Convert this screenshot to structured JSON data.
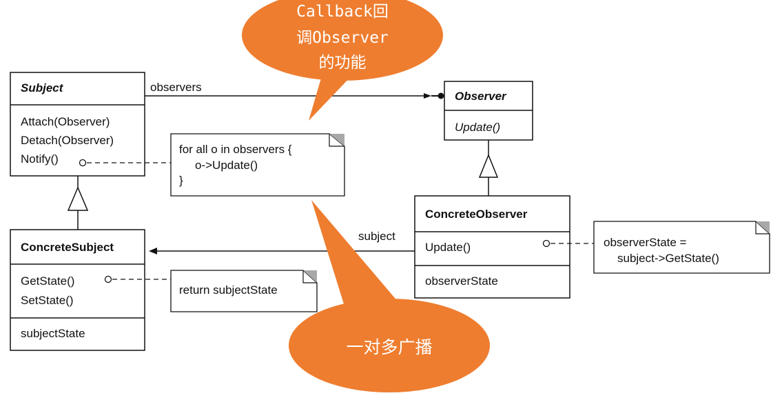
{
  "callouts": {
    "top": {
      "lines": [
        "Callback回",
        "调Observer",
        "的功能"
      ]
    },
    "bottom": {
      "lines": [
        "一对多广播"
      ]
    }
  },
  "classes": {
    "subject": {
      "name": "Subject",
      "operations": [
        "Attach(Observer)",
        "Detach(Observer)",
        "Notify()"
      ]
    },
    "observer": {
      "name": "Observer",
      "operations": [
        "Update()"
      ]
    },
    "concrete_subject": {
      "name": "ConcreteSubject",
      "operations": [
        "GetState()",
        "SetState()"
      ],
      "attributes": [
        "subjectState"
      ]
    },
    "concrete_observer": {
      "name": "ConcreteObserver",
      "operations": [
        "Update()"
      ],
      "attributes": [
        "observerState"
      ]
    }
  },
  "notes": {
    "notify": {
      "lines": [
        "for all o in observers {",
        "o->Update()",
        "}"
      ]
    },
    "get_state": {
      "lines": [
        "return subjectState"
      ]
    },
    "update": {
      "lines": [
        "observerState =",
        "subject->GetState()"
      ]
    }
  },
  "associations": {
    "observers_label": "observers",
    "subject_label": "subject"
  },
  "colors": {
    "callout_fill": "#ee7d2f",
    "line": "#111111",
    "note_corner": "#a8a8a8"
  }
}
